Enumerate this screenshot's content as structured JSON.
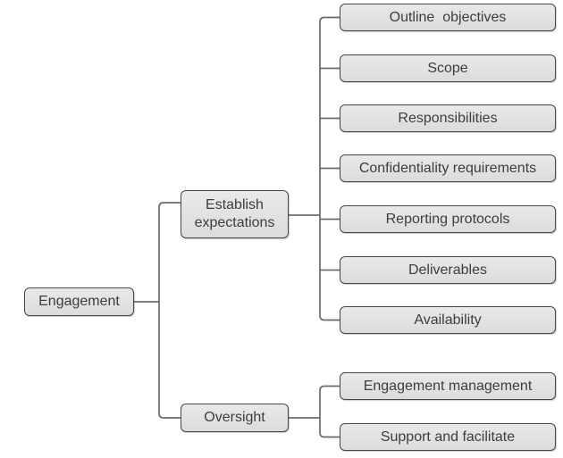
{
  "diagram": {
    "type": "horizontal-tree",
    "root": {
      "label": "Engagement"
    },
    "branches": [
      {
        "label": "Establish\nexpectations",
        "children": [
          "Outline  objectives",
          "Scope",
          "Responsibilities",
          "Confidentiality requirements",
          "Reporting protocols",
          "Deliverables",
          "Availability"
        ]
      },
      {
        "label": "Oversight",
        "children": [
          "Engagement management",
          "Support and facilitate"
        ]
      }
    ],
    "colors": {
      "background": "#ffffff",
      "box_fill_top": "#e9e9e9",
      "box_fill_bottom": "#dcdcdc",
      "box_border": "#474747",
      "line_color": "#6b6b6b",
      "text_color": "#3d3d3d"
    }
  }
}
